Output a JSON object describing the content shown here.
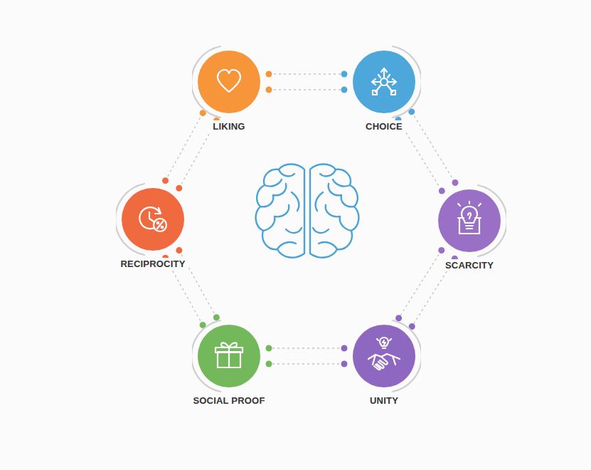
{
  "diagram": {
    "nodes": [
      {
        "text": [
          "LIKING"
        ]
      },
      {
        "text": [
          "CHOICE"
        ]
      },
      {
        "text": [
          "RECIPROCITY"
        ]
      },
      {
        "text": [
          "SCARCITY"
        ]
      },
      {
        "text": [
          "SOCIAL PROOF"
        ]
      },
      {
        "text": [
          "UNITY"
        ]
      }
    ],
    "edges": [
      {
        "from": 0,
        "to": 1,
        "arrow": "none"
      },
      {
        "from": 1,
        "to": 3,
        "arrow": "none"
      },
      {
        "from": 3,
        "to": 5,
        "arrow": "none"
      },
      {
        "from": 5,
        "to": 4,
        "arrow": "none"
      },
      {
        "from": 4,
        "to": 2,
        "arrow": "none"
      },
      {
        "from": 2,
        "to": 0,
        "arrow": "none"
      }
    ]
  }
}
